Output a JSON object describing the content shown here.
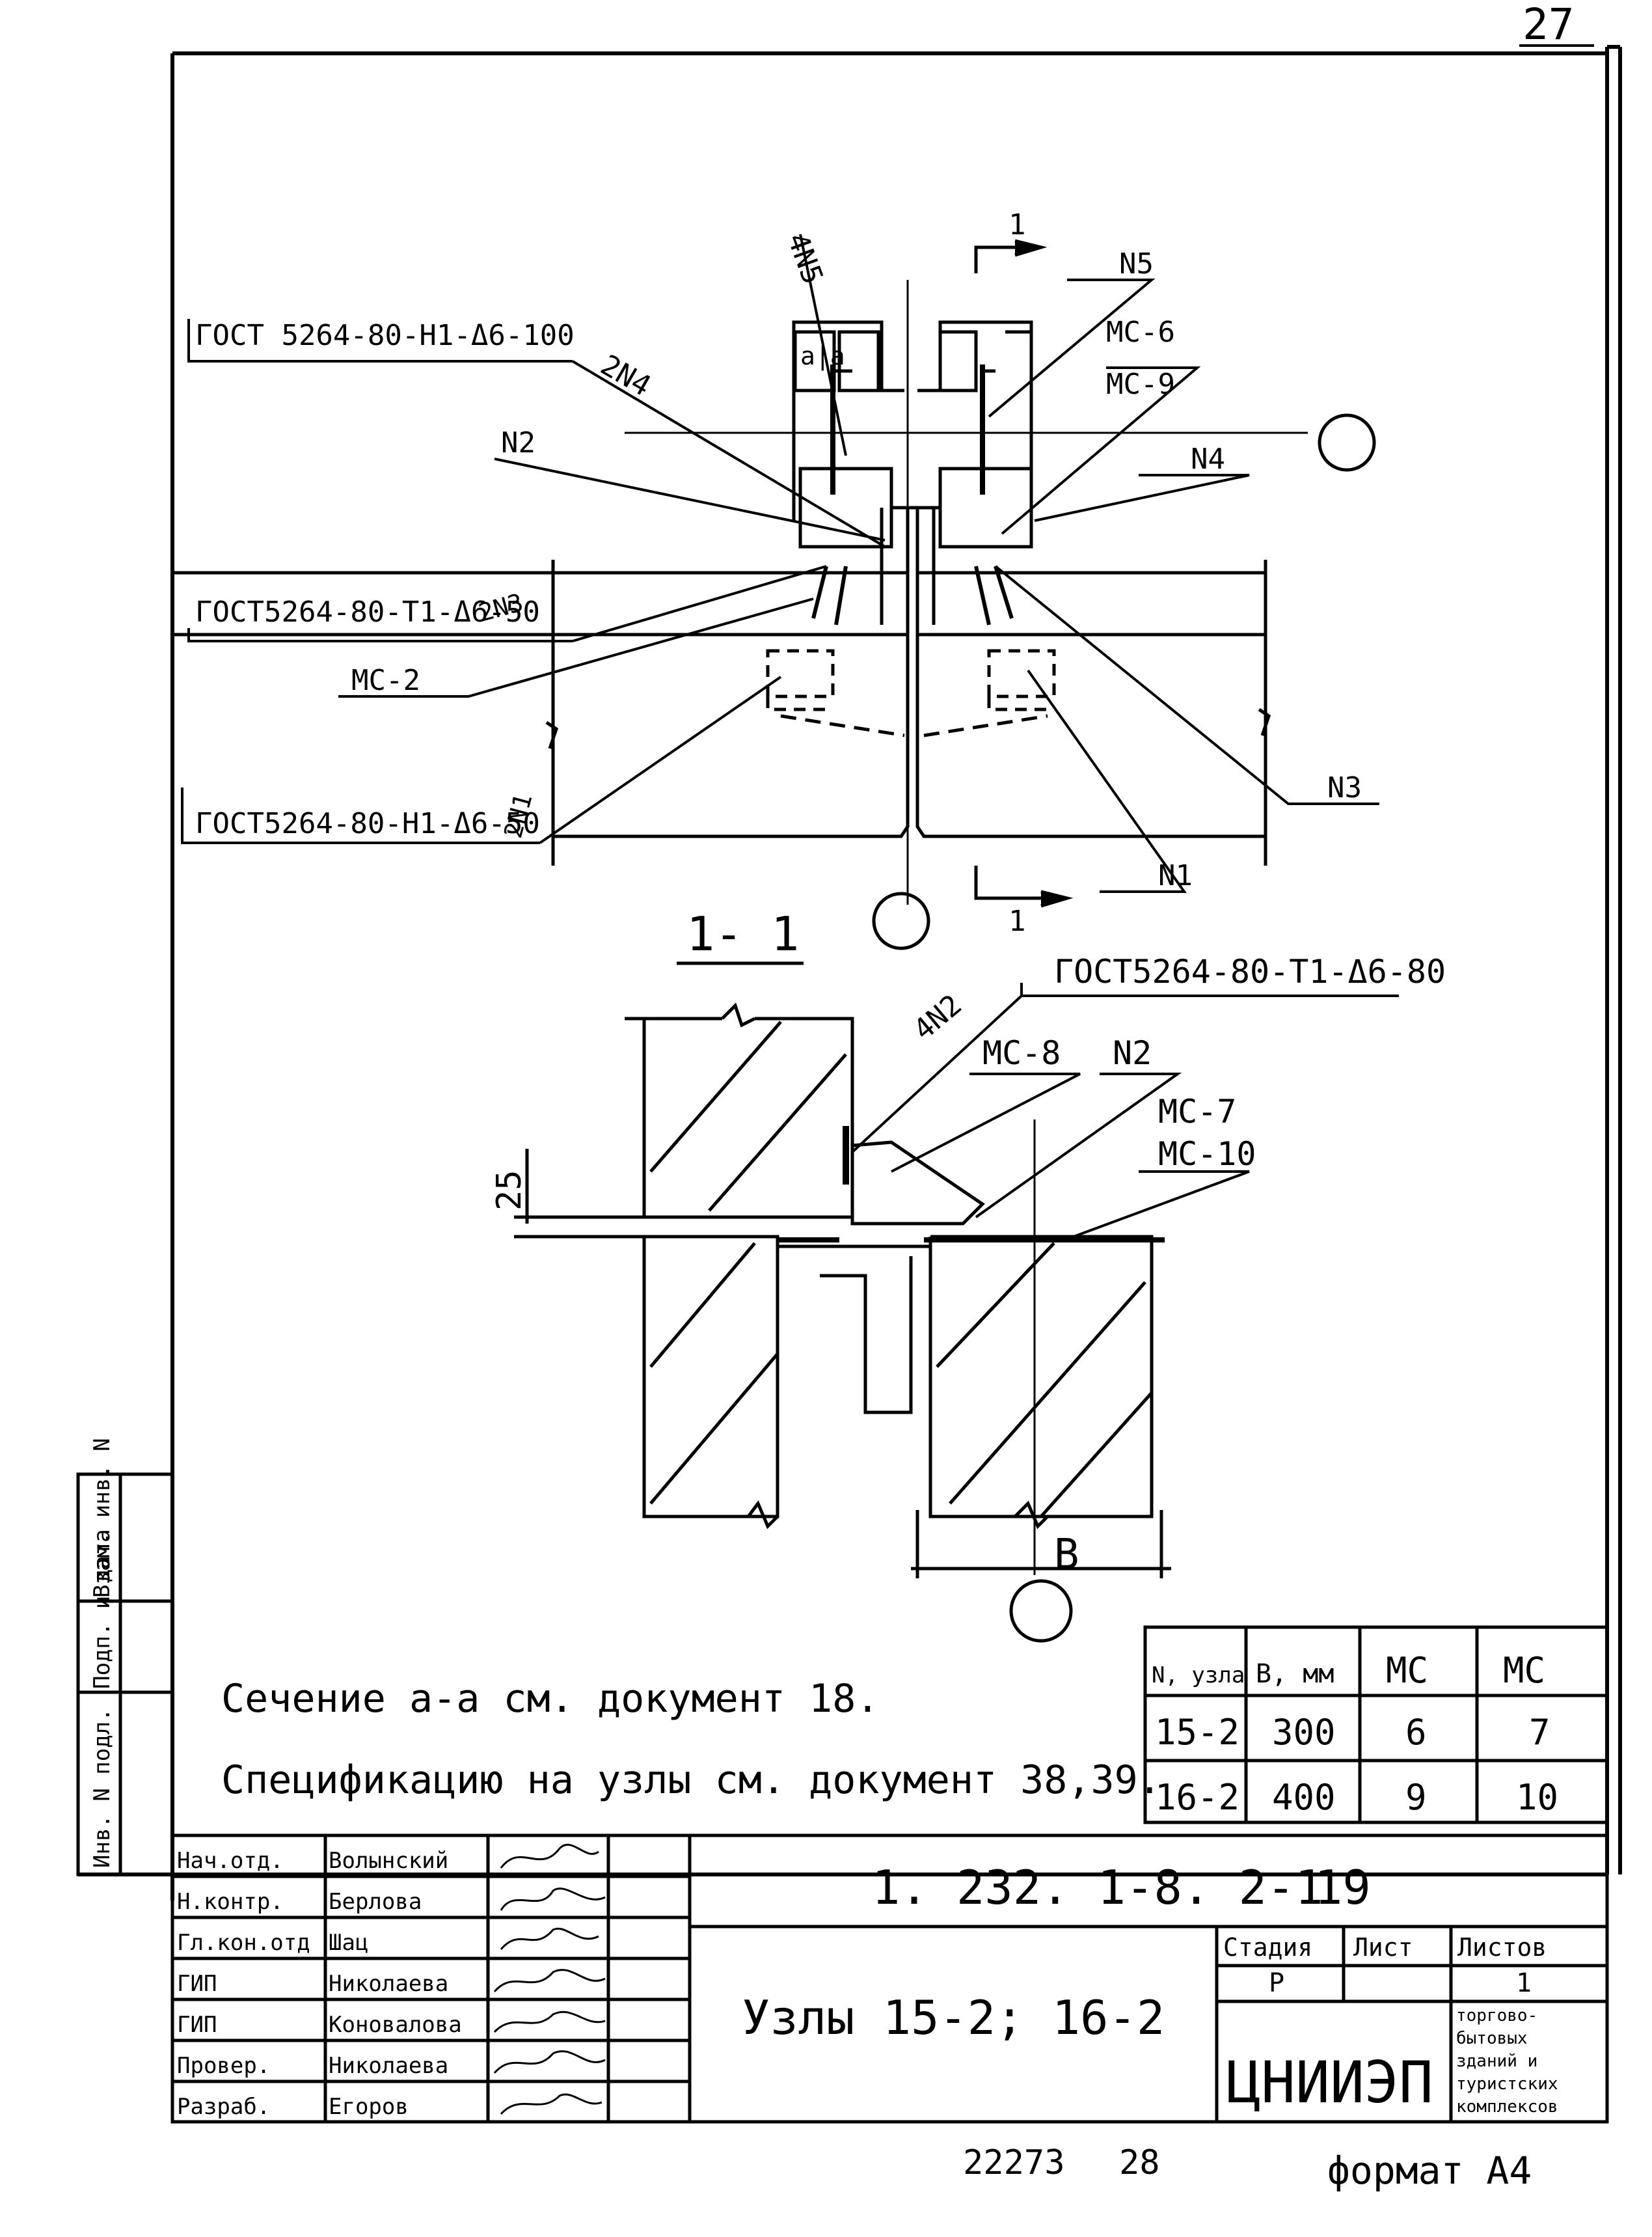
{
  "page": {
    "number": "27",
    "bottom_number": "22273",
    "bottom_sheet": "28",
    "format": "формат А4"
  },
  "plan": {
    "labels": {
      "gost_top": "ГОСТ 5264-80-Н1-Δ6-100",
      "gost_mid": "ГОСТ5264-80-Т1-Δ6-50",
      "gost_bottom": "ГОСТ5264-80-Н1-Δ6-50",
      "n_4n5": "4N5",
      "n_2n4": "2N4",
      "n_2n3": "2N3",
      "n_2n1": "2N1",
      "n2": "N2",
      "n3": "N3",
      "n4": "N4",
      "n5": "N5",
      "n1": "N1",
      "mc6": "МС-6",
      "mc9": "МС-9",
      "mc2": "МС-2",
      "cut_top": "1",
      "cut_bottom": "1",
      "aa": "а|а"
    }
  },
  "section": {
    "title": "1- 1",
    "labels": {
      "gost": "ГОСТ5264-80-Т1-Δ6-80",
      "n_4n2": "4N2",
      "mc8": "МС-8",
      "n2": "N2",
      "mc7": "МС-7",
      "mc10": "МС-10",
      "dim25": "25",
      "dimB": "B"
    }
  },
  "notes": [
    "Сечение а-а см. документ 18.",
    "Спецификацию на узлы см. документ 38,39."
  ],
  "spec_table": {
    "headers": [
      "N, узла",
      "B, мм",
      "МС",
      "МС"
    ],
    "rows": [
      [
        "15-2",
        "300",
        "6",
        "7"
      ],
      [
        "16-2",
        "400",
        "9",
        "10"
      ]
    ]
  },
  "side_stamp": {
    "fields": [
      "Инв. N подл.",
      "Подп. и дата",
      "Взам. инв. N"
    ]
  },
  "title_block": {
    "doc_code": "1. 232. 1-8. 2-1",
    "doc_sheet": "19",
    "title": "Узлы 15-2; 16-2",
    "stage_header": "Стадия",
    "sheet_header": "Лист",
    "sheets_header": "Листов",
    "stage": "Р",
    "sheet": "",
    "sheets": "1",
    "org": "ЦНИИЭП",
    "org_note": [
      "торгово-",
      "бытовых",
      "зданий и",
      "туристских",
      "комплексов"
    ],
    "people": [
      {
        "role": "Нач.отд.",
        "name": "Волынский"
      },
      {
        "role": "Н.контр.",
        "name": "Берлова"
      },
      {
        "role": "Гл.кон.отд",
        "name": "Шац"
      },
      {
        "role": "ГИП",
        "name": "Николаева"
      },
      {
        "role": "ГИП",
        "name": "Коновалова"
      },
      {
        "role": "Провер.",
        "name": "Николаева"
      },
      {
        "role": "Разраб.",
        "name": "Егоров"
      }
    ]
  }
}
